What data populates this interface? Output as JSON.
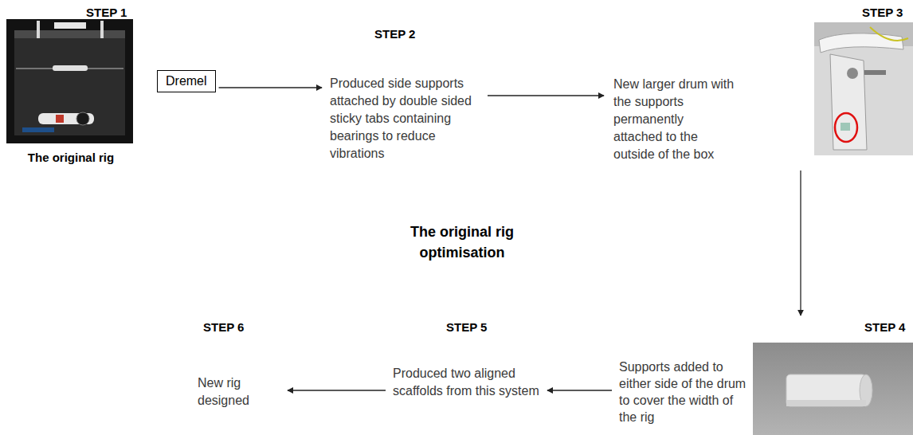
{
  "diagram": {
    "title": "The original rig optimisation",
    "nodes": [
      {
        "text": [
          "STEP 1",
          "The original rig"
        ]
      },
      {
        "text": [
          "Dremel"
        ]
      },
      {
        "text": [
          "STEP 2",
          "Produced side supports attached by double sided sticky tabs containing bearings to reduce vibrations"
        ]
      },
      {
        "text": [
          "STEP 3",
          "New larger drum with the supports permanently attached to the outside of the box"
        ]
      },
      {
        "text": [
          "STEP 4",
          "Supports added to either side of the drum to cover the width of the rig"
        ]
      },
      {
        "text": [
          "STEP 5",
          "Produced two aligned scaffolds from this system"
        ]
      },
      {
        "text": [
          "STEP 6",
          "New rig designed"
        ]
      }
    ],
    "edges": [
      {
        "from": 1,
        "to": 2,
        "arrow": "to"
      },
      {
        "from": 2,
        "to": 3,
        "arrow": "to"
      },
      {
        "from": 3,
        "to": 4,
        "arrow": "to"
      },
      {
        "from": 4,
        "to": 5,
        "arrow": "to"
      },
      {
        "from": 5,
        "to": 6,
        "arrow": "to"
      }
    ]
  }
}
